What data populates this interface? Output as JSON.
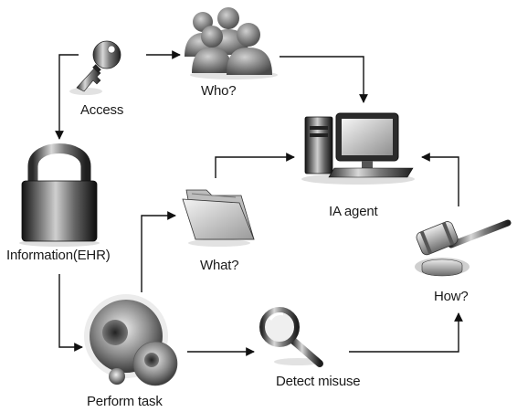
{
  "diagram": {
    "labels": {
      "access": "Access",
      "who": "Who?",
      "ia_agent": "IA agent",
      "information": "Information(EHR)",
      "what": "What?",
      "how": "How?",
      "perform_task": "Perform task",
      "detect_misuse": "Detect misuse"
    },
    "icons": {
      "access": "key-icon",
      "who": "people-icon",
      "ia_agent": "computer-icon",
      "information": "padlock-icon",
      "what": "folder-icon",
      "how": "gavel-icon",
      "perform_task": "cells-icon",
      "detect_misuse": "magnifier-icon"
    }
  }
}
